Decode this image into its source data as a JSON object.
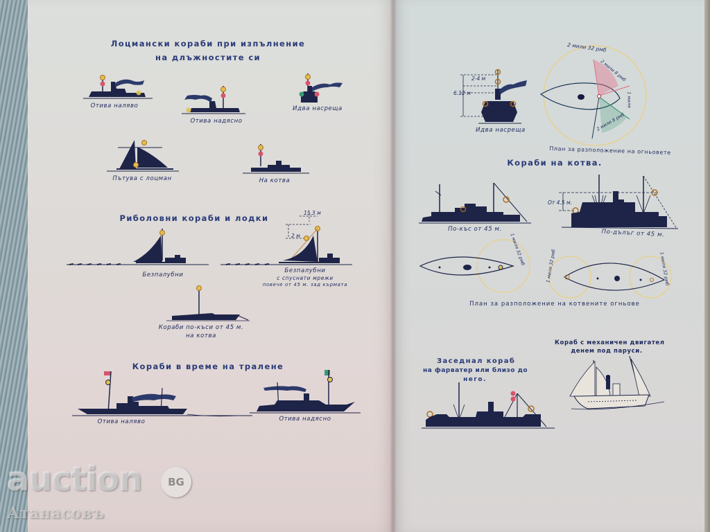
{
  "colors": {
    "ink": "#1e2448",
    "heading": "#2a3a78",
    "light_red": "#d8546a",
    "light_yellow": "#e0c050",
    "light_green": "#3a9a78",
    "range_circle": "#e8d090",
    "sector_red": "#e07890"
  },
  "left_page": {
    "title_line1": "Лоцмански кораби при изпълнение",
    "title_line2": "на длъжностите си",
    "pilot_ships": [
      {
        "caption": "Отива наляво"
      },
      {
        "caption": "Отива надясно"
      },
      {
        "caption": "Идва насреща"
      },
      {
        "caption": "Пътува с лоцман"
      },
      {
        "caption": "На котва"
      }
    ],
    "fishing_title": "Риболовни кораби и лодки",
    "fishing_ships": [
      {
        "caption": "Безпалубни"
      },
      {
        "caption_line1": "Безпалубни",
        "caption_line2": "с спуснати мрежи",
        "caption_line3": "повече от 45 м. зад кърмата"
      }
    ],
    "fishing_dims": {
      "height": "15.3 м",
      "gap": "2 м"
    },
    "small_anchor": {
      "caption_line1": "Кораби по-къси от 45 м.",
      "caption_line2": "на котва"
    },
    "trawling_title": "Кораби в време на тралене",
    "trawlers": [
      {
        "caption": "Отива наляво"
      },
      {
        "caption": "Отива надясно"
      }
    ]
  },
  "right_page": {
    "head_on": {
      "caption": "Идва насреща",
      "dim_small": "2-4 м",
      "dim_large": "6.12 м"
    },
    "light_plan": {
      "caption": "План за разположение на огньовете",
      "outer_range": "2 мили 32 рмб",
      "red_sector": "2 мили 8 рмб",
      "green_sector": "2 мили 8 рмб",
      "side": "1 миля"
    },
    "anchored_title": "Кораби на котва.",
    "anchored": [
      {
        "caption": "По-къс от 45 м."
      },
      {
        "caption": "По-дълъг от 45 м.",
        "dim": "От 4.5 м."
      }
    ],
    "anchor_plan": {
      "caption": "План за разположение на котвените огньове",
      "range1": "1 миля 32 рмб",
      "range2": "1 миля 32 рмб",
      "range3": "1 миля 32 рмб"
    },
    "aground": {
      "line1": "Заседнал кораб",
      "line2": "на фарватер или близо до",
      "line3": "него."
    },
    "motor_sail": {
      "line1": "Кораб с механичен двигател",
      "line2": "денем под паруси."
    }
  },
  "watermark": {
    "brand": "auction",
    "badge": "BG",
    "seller": "Атанасовъ"
  }
}
